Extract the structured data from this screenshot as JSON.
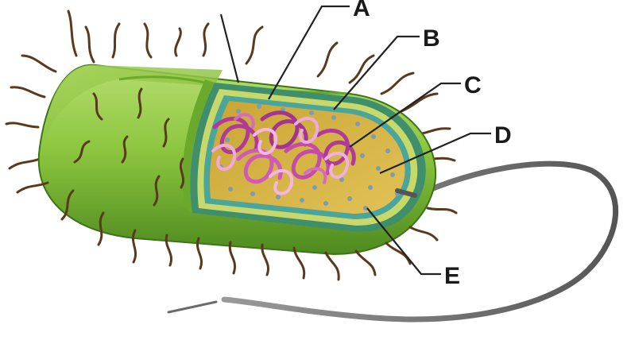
{
  "callouts": [
    {
      "id": "a",
      "label": "A"
    },
    {
      "id": "b",
      "label": "B"
    },
    {
      "id": "c",
      "label": "C"
    },
    {
      "id": "d",
      "label": "D"
    },
    {
      "id": "e",
      "label": "E"
    }
  ],
  "colors": {
    "outer_capsule": "#8cc63f",
    "outer_capsule_dark": "#4e8a1f",
    "cell_wall": "#c8d86a",
    "membrane_teal": "#4aa59a",
    "cytoplasm": "#d6b23c",
    "ribosome": "#7f9bb0",
    "nucleoid": "#c04aa8",
    "pili": "#5a3a1e",
    "flagellum": "#7a7a7a",
    "leader_lines": "#222222"
  }
}
